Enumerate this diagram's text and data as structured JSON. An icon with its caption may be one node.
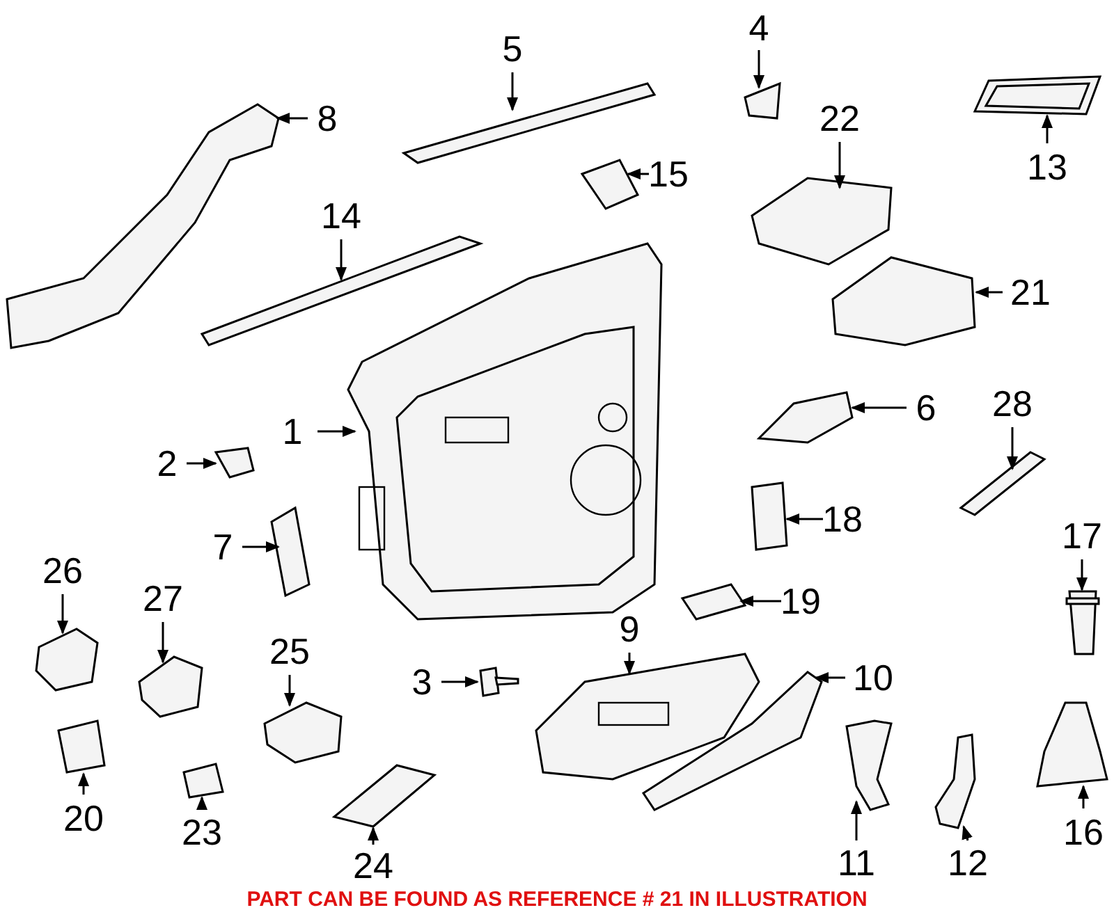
{
  "diagram": {
    "nodes": [
      {
        "text": [
          "1"
        ]
      },
      {
        "text": [],
        "shape": "picture"
      },
      {
        "text": [
          "2"
        ]
      },
      {
        "text": [],
        "shape": "picture"
      },
      {
        "text": [
          "3"
        ]
      },
      {
        "text": [],
        "shape": "picture"
      },
      {
        "text": [
          "4"
        ]
      },
      {
        "text": [],
        "shape": "picture"
      },
      {
        "text": [
          "5"
        ]
      },
      {
        "text": [],
        "shape": "picture"
      },
      {
        "text": [
          "6"
        ]
      },
      {
        "text": [],
        "shape": "picture"
      },
      {
        "text": [
          "7"
        ]
      },
      {
        "text": [],
        "shape": "picture"
      },
      {
        "text": [
          "8"
        ]
      },
      {
        "text": [],
        "shape": "picture"
      },
      {
        "text": [
          "9"
        ]
      },
      {
        "text": [],
        "shape": "picture"
      },
      {
        "text": [
          "10"
        ]
      },
      {
        "text": [],
        "shape": "picture"
      },
      {
        "text": [
          "11"
        ]
      },
      {
        "text": [],
        "shape": "picture"
      },
      {
        "text": [
          "12"
        ]
      },
      {
        "text": [],
        "shape": "picture"
      },
      {
        "text": [
          "13"
        ]
      },
      {
        "text": [],
        "shape": "picture"
      },
      {
        "text": [
          "14"
        ]
      },
      {
        "text": [],
        "shape": "picture"
      },
      {
        "text": [
          "15"
        ]
      },
      {
        "text": [],
        "shape": "picture"
      },
      {
        "text": [
          "16"
        ]
      },
      {
        "text": [],
        "shape": "picture"
      },
      {
        "text": [
          "17"
        ]
      },
      {
        "text": [],
        "shape": "picture"
      },
      {
        "text": [
          "18"
        ]
      },
      {
        "text": [],
        "shape": "picture"
      },
      {
        "text": [
          "19"
        ]
      },
      {
        "text": [],
        "shape": "picture"
      },
      {
        "text": [
          "20"
        ]
      },
      {
        "text": [],
        "shape": "picture"
      },
      {
        "text": [
          "21"
        ]
      },
      {
        "text": [],
        "shape": "picture"
      },
      {
        "text": [
          "22"
        ]
      },
      {
        "text": [],
        "shape": "picture"
      },
      {
        "text": [
          "23"
        ]
      },
      {
        "text": [],
        "shape": "picture"
      },
      {
        "text": [
          "24"
        ]
      },
      {
        "text": [],
        "shape": "picture"
      },
      {
        "text": [
          "25"
        ]
      },
      {
        "text": [],
        "shape": "picture"
      },
      {
        "text": [
          "26"
        ]
      },
      {
        "text": [],
        "shape": "picture"
      },
      {
        "text": [
          "27"
        ]
      },
      {
        "text": [],
        "shape": "picture"
      },
      {
        "text": [
          "28"
        ]
      },
      {
        "text": [],
        "shape": "picture"
      }
    ],
    "edges": [
      {
        "from": 0,
        "to": 1,
        "arrow": "to"
      },
      {
        "from": 2,
        "to": 3,
        "arrow": "to"
      },
      {
        "from": 4,
        "to": 5,
        "arrow": "to"
      },
      {
        "from": 6,
        "to": 7,
        "arrow": "to"
      },
      {
        "from": 8,
        "to": 9,
        "arrow": "to"
      },
      {
        "from": 10,
        "to": 11,
        "arrow": "to"
      },
      {
        "from": 12,
        "to": 13,
        "arrow": "to"
      },
      {
        "from": 14,
        "to": 15,
        "arrow": "to"
      },
      {
        "from": 16,
        "to": 17,
        "arrow": "to"
      },
      {
        "from": 18,
        "to": 19,
        "arrow": "to"
      },
      {
        "from": 20,
        "to": 21,
        "arrow": "to"
      },
      {
        "from": 22,
        "to": 23,
        "arrow": "to"
      },
      {
        "from": 24,
        "to": 25,
        "arrow": "to"
      },
      {
        "from": 26,
        "to": 27,
        "arrow": "to"
      },
      {
        "from": 28,
        "to": 29,
        "arrow": "to"
      },
      {
        "from": 30,
        "to": 31,
        "arrow": "to"
      },
      {
        "from": 32,
        "to": 33,
        "arrow": "to"
      },
      {
        "from": 34,
        "to": 35,
        "arrow": "to"
      },
      {
        "from": 36,
        "to": 37,
        "arrow": "to"
      },
      {
        "from": 38,
        "to": 39,
        "arrow": "to"
      },
      {
        "from": 40,
        "to": 41,
        "arrow": "to"
      },
      {
        "from": 42,
        "to": 43,
        "arrow": "to"
      },
      {
        "from": 44,
        "to": 45,
        "arrow": "to"
      },
      {
        "from": 46,
        "to": 47,
        "arrow": "to"
      },
      {
        "from": 48,
        "to": 49,
        "arrow": "to"
      },
      {
        "from": 50,
        "to": 51,
        "arrow": "to"
      },
      {
        "from": 52,
        "to": 53,
        "arrow": "to"
      },
      {
        "from": 54,
        "to": 55,
        "arrow": "to"
      }
    ],
    "labels": [
      "PART CAN BE FOUND AS REFERENCE # 21 IN ILLUSTRATION"
    ]
  }
}
